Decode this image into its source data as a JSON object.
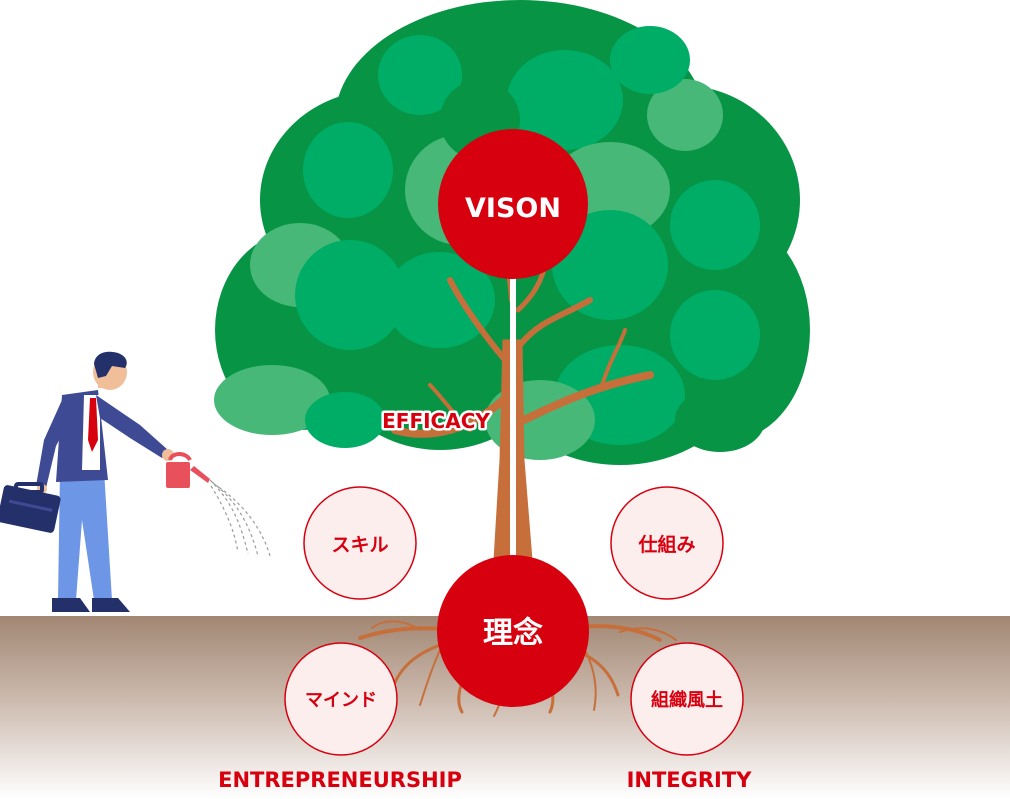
{
  "diagram": {
    "top_circle": "VISON",
    "center_circle": "理念",
    "arrow_label": "EFFICACY",
    "left_upper_circle": "スキル",
    "right_upper_circle": "仕組み",
    "left_lower_circle": "マインド",
    "right_lower_circle": "組織風土",
    "left_bottom_label": "ENTREPRENEURSHIP",
    "right_bottom_label": "INTEGRITY"
  },
  "colors": {
    "accent_red": "#d7000f",
    "light_pink": "#fdeeee",
    "ground_top": "#a28773",
    "trunk": "#c76f3b",
    "foliage_dark": "#079445",
    "foliage_mid": "#00ad66",
    "foliage_light": "#47b877"
  },
  "icons": [
    "businessman-illustration",
    "watering-can-icon",
    "briefcase-icon",
    "tree-illustration"
  ]
}
